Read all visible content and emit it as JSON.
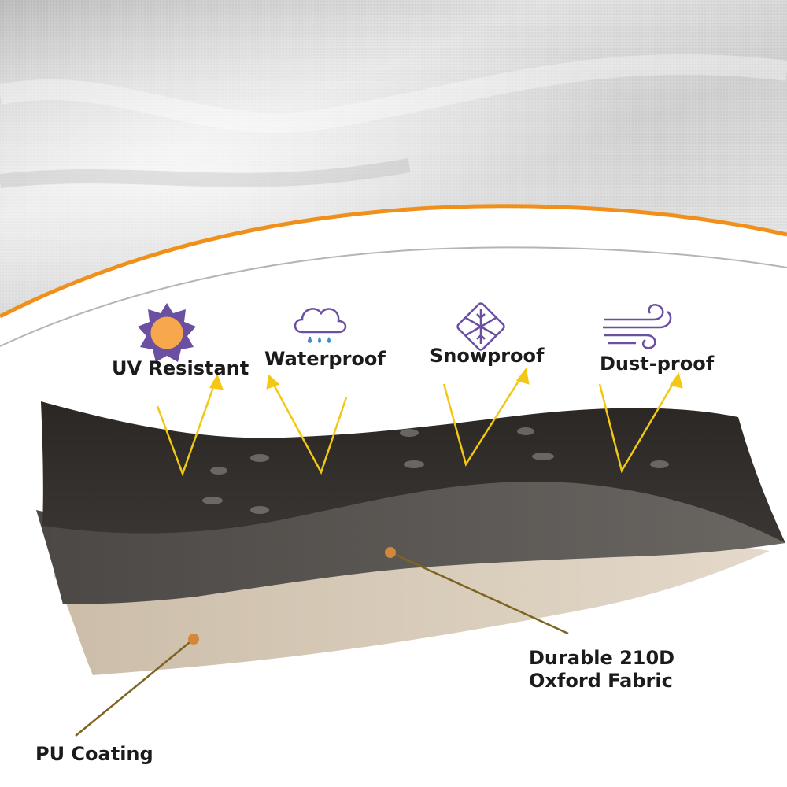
{
  "features": [
    {
      "label": "UV Resistant",
      "icon": "sun-icon"
    },
    {
      "label": "Waterproof",
      "icon": "rain-cloud-icon"
    },
    {
      "label": "Snowproof",
      "icon": "snowflake-icon"
    },
    {
      "label": "Dust-proof",
      "icon": "wind-icon"
    }
  ],
  "layers": {
    "fabric": {
      "line1": "Durable 210D",
      "line2": "Oxford Fabric"
    },
    "coating": {
      "label": "PU Coating"
    }
  },
  "colors": {
    "accent_orange": "#f0901a",
    "pointer_yellow": "#f2c814",
    "icon_purple": "#6b4fa0",
    "sun_fill": "#f7a84c",
    "layer_dark": "#2e2b28",
    "layer_gray": "#56524f",
    "layer_beige": "#d8cbb9",
    "leader_brown": "#7d6420"
  }
}
